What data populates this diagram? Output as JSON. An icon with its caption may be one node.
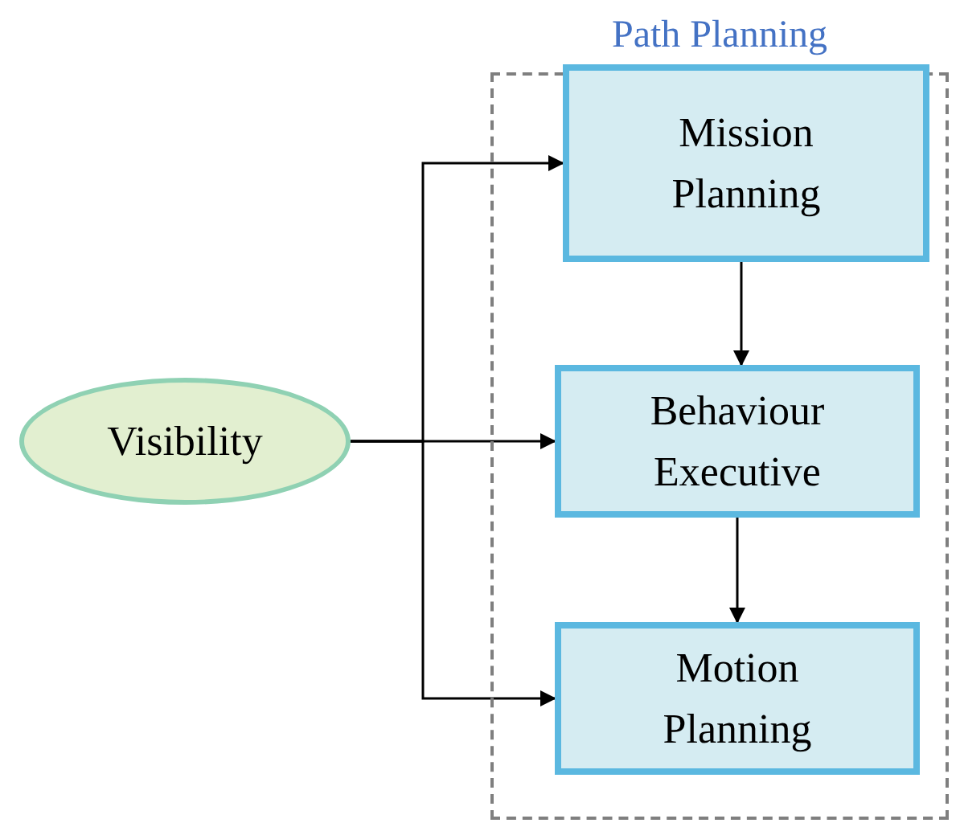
{
  "diagram": {
    "nodes": [
      {
        "text": [
          "Path Planning"
        ]
      },
      {
        "text": [
          "Mission Planning"
        ],
        "in": 0
      },
      {
        "text": [
          "Behaviour Executive"
        ],
        "in": 0
      },
      {
        "text": [
          "Motion Planning"
        ],
        "in": 0
      },
      {
        "text": [
          "Visibility"
        ]
      }
    ],
    "edges": [
      {
        "from": 4,
        "to": 1,
        "arrow": "to"
      },
      {
        "from": 4,
        "to": 2,
        "arrow": "to"
      },
      {
        "from": 4,
        "to": 3,
        "arrow": "to"
      },
      {
        "from": 1,
        "to": 2,
        "arrow": "to"
      },
      {
        "from": 2,
        "to": 3,
        "arrow": "to"
      }
    ]
  }
}
